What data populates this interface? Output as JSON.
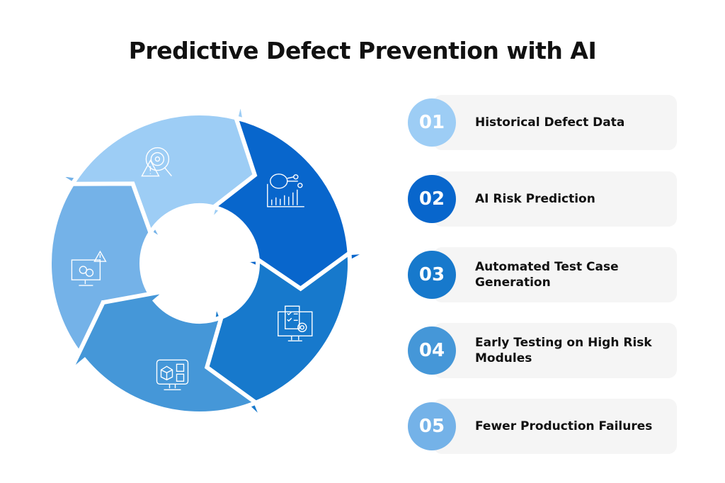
{
  "title": "Predictive Defect Prevention with AI",
  "steps": [
    {
      "num": "01",
      "label": "Historical Defect Data",
      "color": "#9dcdf5",
      "icon": "defect-search-icon"
    },
    {
      "num": "02",
      "label": "AI Risk Prediction",
      "color": "#0866cc",
      "icon": "ai-brain-chart-icon"
    },
    {
      "num": "03",
      "label": "Automated Test Case Generation",
      "color": "#1779cc",
      "icon": "checklist-monitor-icon"
    },
    {
      "num": "04",
      "label": "Early Testing on High Risk Modules",
      "color": "#4597d8",
      "icon": "module-monitor-icon"
    },
    {
      "num": "05",
      "label": "Fewer Production Failures",
      "color": "#74b2e8",
      "icon": "monitor-warning-icon"
    }
  ]
}
